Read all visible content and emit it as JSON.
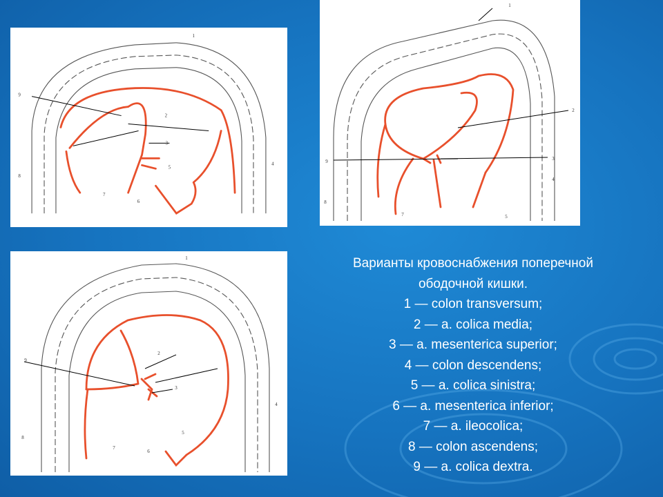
{
  "caption": {
    "title_line1": "Варианты кровоснабжения поперечной",
    "title_line2": "ободочной кишки.",
    "legend": [
      "1 — colon transversum;",
      "2 — a. colica media;",
      "3 — a. mesenterica superior;",
      "4 — colon descendens;",
      "5 — a. colica sinistra;",
      "6 — a. mesenterica inferior;",
      "7 — a. ileocolica;",
      "8 — colon ascendens;",
      "9 — a. colica dextra."
    ]
  },
  "diagram_labels": {
    "panel_1": [
      "1",
      "2",
      "3",
      "4",
      "5",
      "6",
      "7",
      "8",
      "9"
    ],
    "panel_2": [
      "1",
      "2",
      "3",
      "4",
      "5",
      "7",
      "8",
      "9"
    ],
    "panel_3": [
      "1",
      "2",
      "3",
      "4",
      "5",
      "6",
      "7",
      "8",
      "9"
    ]
  },
  "colors": {
    "background": "#1673bf",
    "artery": "#e8502c",
    "colon_outline": "#555555",
    "caption_text": "#ffffff"
  }
}
